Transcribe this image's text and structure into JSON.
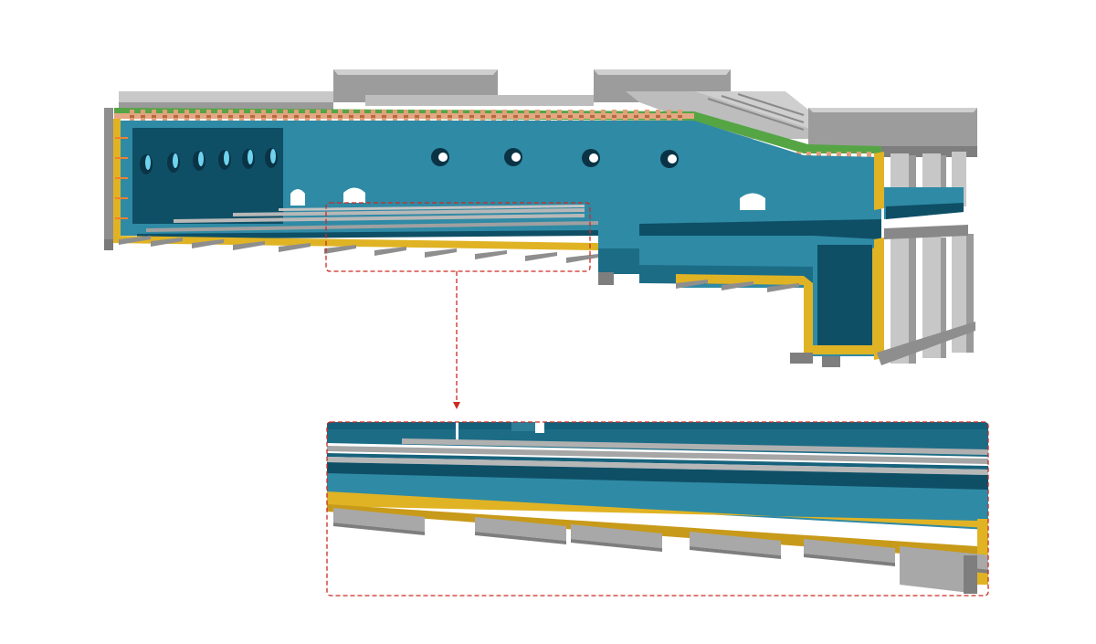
{
  "figure": {
    "views": [
      "furnace-cutaway",
      "detail-enlargement"
    ],
    "palette": {
      "refractory_teal": "#2f8aa5",
      "refractory_dark": "#0e4f66",
      "steel_shell": "#e0b324",
      "steel_gray": "#a8a8a8",
      "steel_gray_dark": "#7e7e7e",
      "anchor_brick": "#e0a07a",
      "green_layer": "#55a545",
      "callout_red": "#cc2a22"
    },
    "callout": {
      "style": "dashed-box-with-arrow",
      "color": "#cc2a22"
    }
  }
}
